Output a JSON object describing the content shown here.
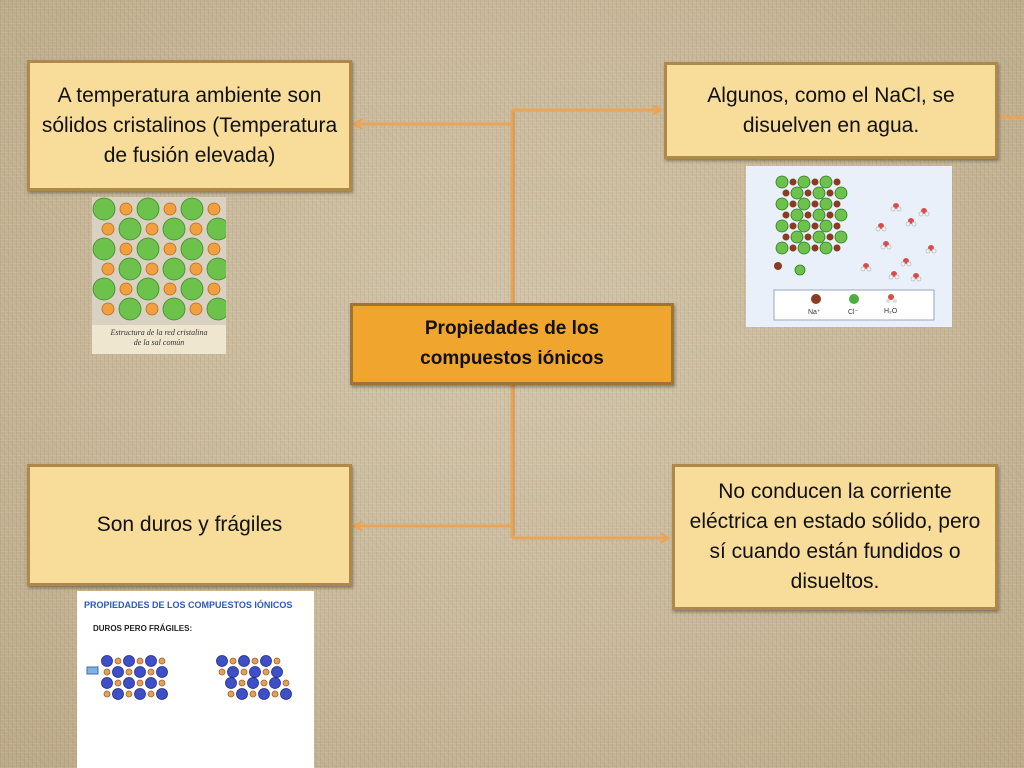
{
  "center": {
    "line1": "Propiedades de los",
    "line2": "compuestos iónicos"
  },
  "boxes": {
    "top_left": "A temperatura ambiente son sólidos cristalinos (Temperatura de fusión elevada)",
    "top_right": "Algunos, como el NaCl, se disuelven en agua.",
    "bottom_left": "Son duros y frágiles",
    "bottom_right": "No conducen la corriente eléctrica en estado sólido, pero sí cuando están fundidos o disueltos."
  },
  "images": {
    "crystal_caption_1": "Estructura de la red cristalina",
    "crystal_caption_2": "de la sal común",
    "solution_legend": {
      "na": "Na⁺",
      "cl": "Cl⁻",
      "water": "H₂O"
    },
    "brittle_title": "PROPIEDADES DE LOS COMPUESTOS IÓNICOS",
    "brittle_subtitle": "DUROS PERO FRÁGILES:"
  },
  "colors": {
    "box_fill": "#f8dc9a",
    "box_border": "#ad8a4c",
    "center_fill": "#f0a52e",
    "connector": "#e8a55a",
    "chloride": "#6cc24a",
    "sodium": "#f0a040",
    "anion_blue": "#3f4fc8"
  }
}
